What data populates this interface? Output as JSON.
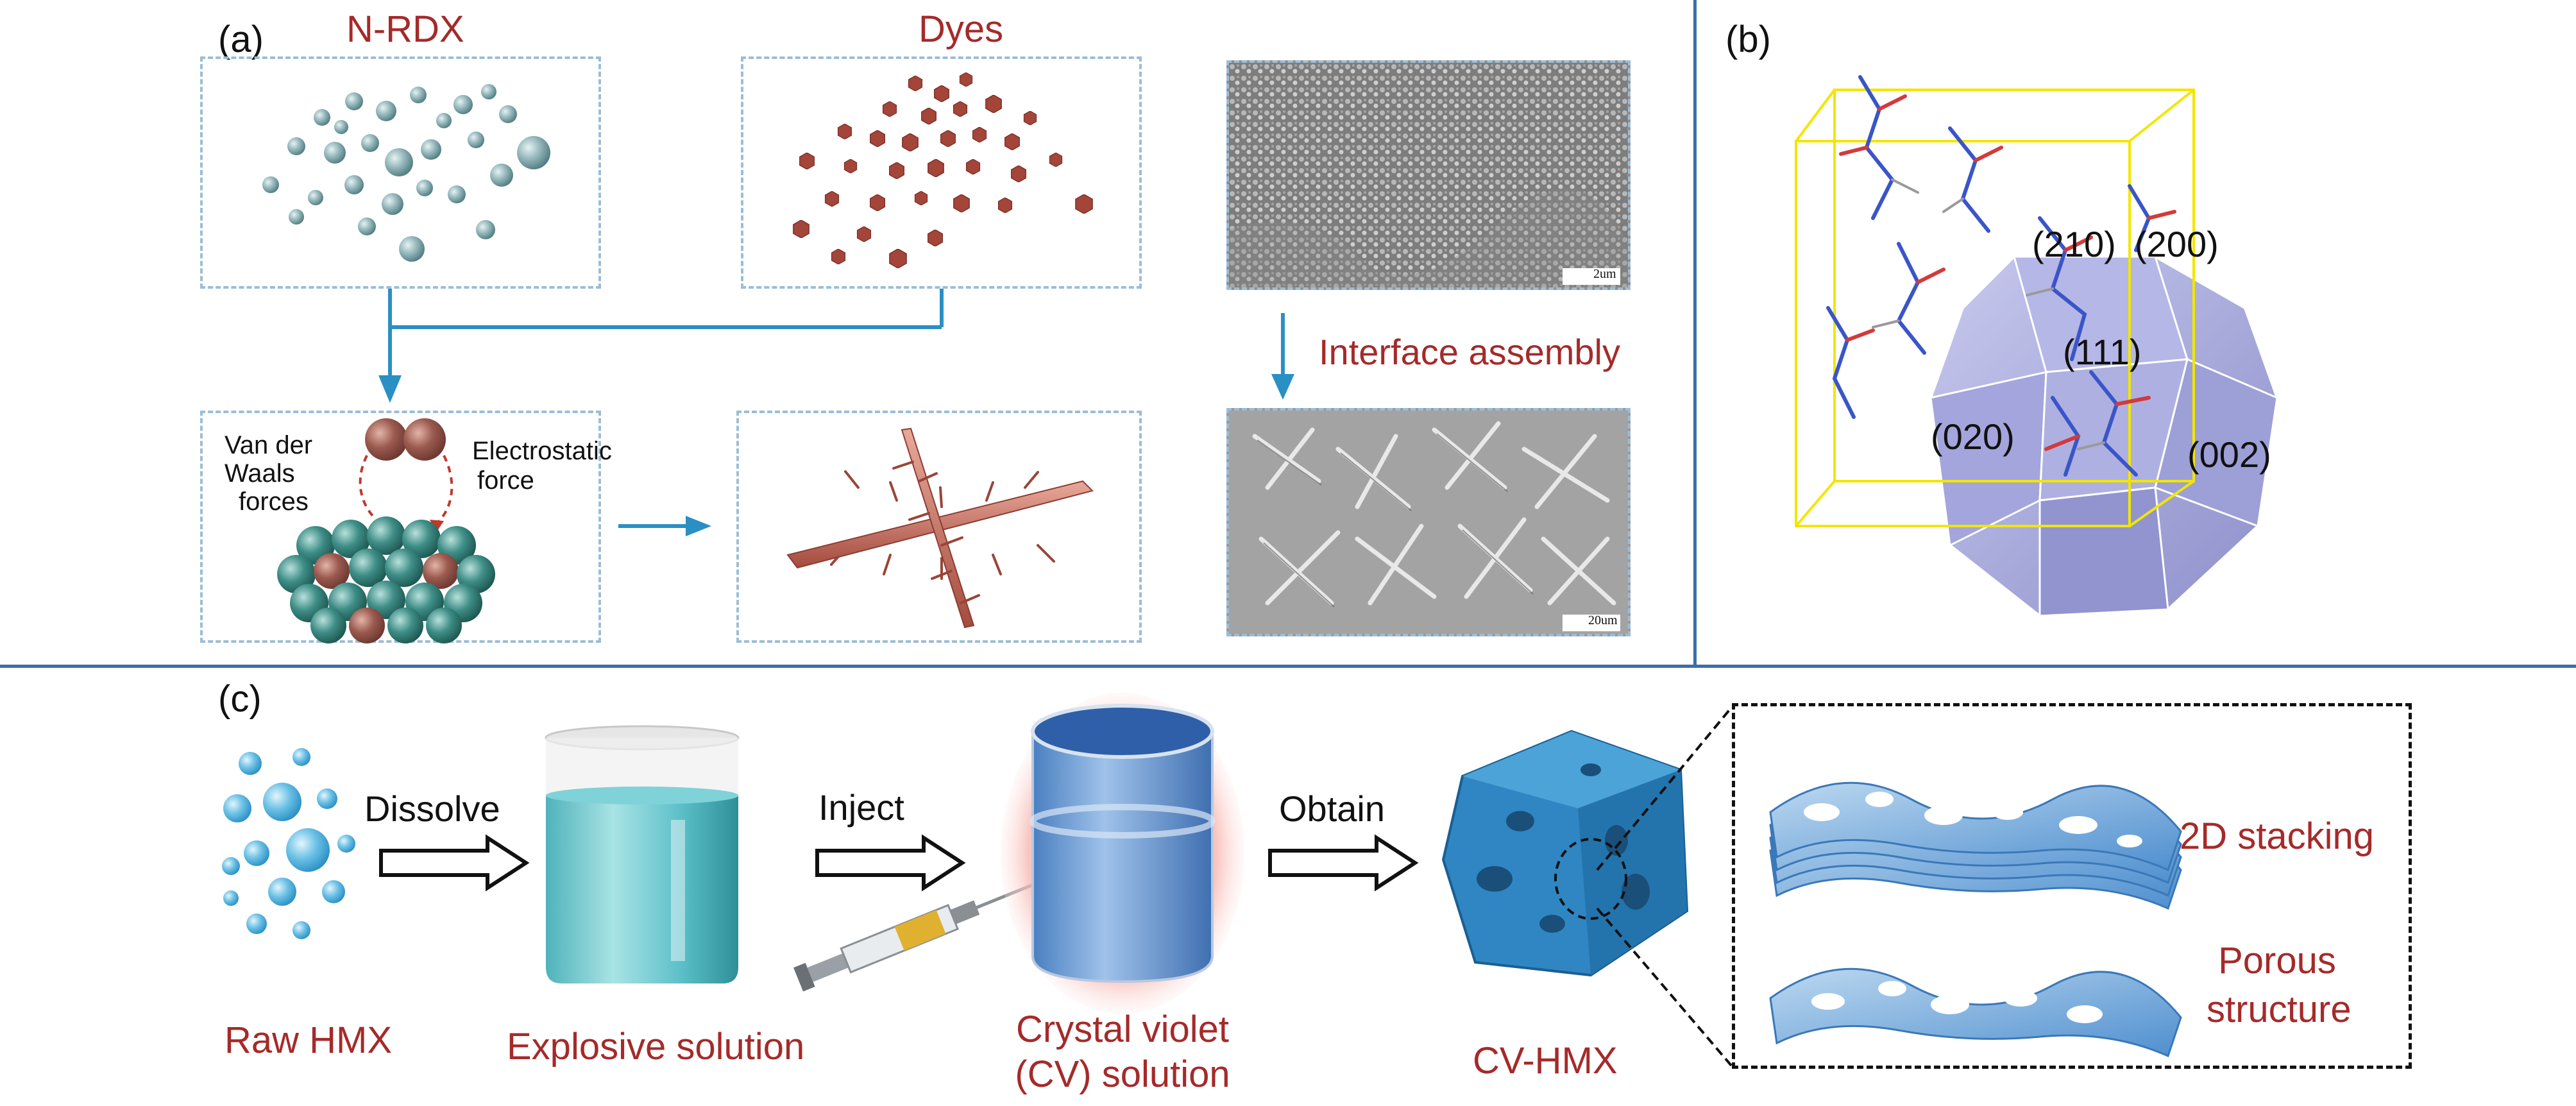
{
  "panels": {
    "a": {
      "letter": "(a)",
      "n_rdx_title": "N-RDX",
      "dyes_title": "Dyes",
      "interface_assembly": "Interface assembly",
      "van_der_waals_line1": "Van der",
      "van_der_waals_line2": "Waals",
      "van_der_waals_line3": "forces",
      "electrostatic_line1": "Electrostatic",
      "electrostatic_line2": "force",
      "scale_top": "2um",
      "scale_bottom": "20um"
    },
    "b": {
      "letter": "(b)",
      "facets": [
        "(210)",
        "(200)",
        "(111)",
        "(020)",
        "(002)"
      ]
    },
    "c": {
      "letter": "(c)",
      "raw_hmx": "Raw HMX",
      "dissolve": "Dissolve",
      "explosive_solution": "Explosive solution",
      "inject": "Inject",
      "crystal_violet_line1": "Crystal violet",
      "crystal_violet_line2": "(CV) solution",
      "obtain": "Obtain",
      "cv_hmx": "CV-HMX",
      "stacking_2d": "2D stacking",
      "porous_line1": "Porous",
      "porous_line2": "structure"
    }
  },
  "colors": {
    "label_red": "#a52a2a",
    "divider_blue": "#3b6fa8",
    "arrow_blue": "#2a8fc4",
    "dashed_box": "#9cbdd6"
  }
}
